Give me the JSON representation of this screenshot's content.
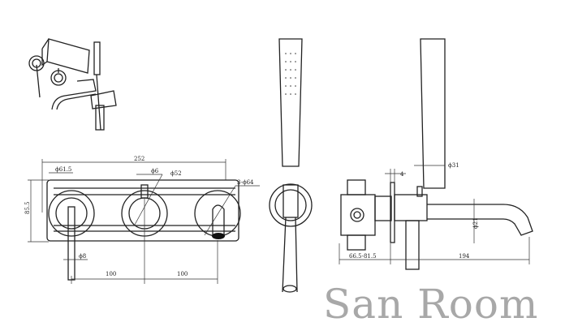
{
  "front_view": {
    "width_label": "252",
    "height_label": "85.5",
    "handle_dia_label": "ϕ61.5",
    "pin_label": "ϕ6",
    "body_dia_label": "ϕ52",
    "plate_label": "3-ϕ64",
    "lever_label": "ϕ8",
    "spacing_left": "100",
    "spacing_right": "100"
  },
  "side_view": {
    "hose_dia_label": "ϕ31",
    "plate_thickness_label": "4",
    "spout_dia_label": "ϕ21",
    "depth_label": "66.5-81.5",
    "spout_length_label": "194"
  },
  "watermark": "San Room"
}
